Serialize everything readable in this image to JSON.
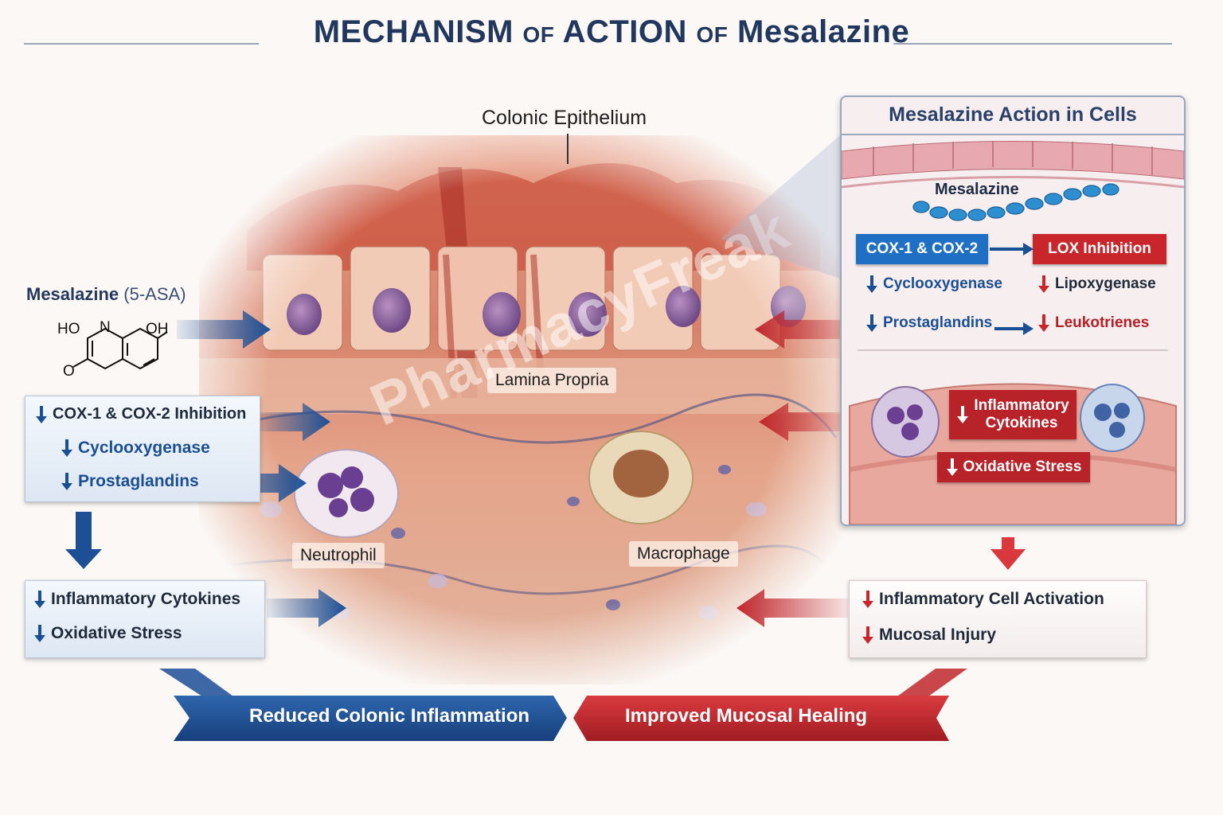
{
  "title": {
    "part1": "MECHANISM",
    "of1": "OF",
    "part2": "ACTION",
    "of2": "OF",
    "part3": "Mesalazine"
  },
  "tissue": {
    "epithelium_label": "Colonic Epithelium",
    "lamina_label": "Lamina Propria",
    "neutrophil_label": "Neutrophil",
    "macrophage_label": "Macrophage",
    "watermark": "PharmacyFreak"
  },
  "drug": {
    "name": "Mesalazine",
    "abbrev": "(5-ASA)",
    "structure_labels": {
      "ho": "HO",
      "n": "N",
      "oh": "OH",
      "o": "O"
    }
  },
  "left_box_1": {
    "line1": "COX-1 & COX-2 Inhibition",
    "line2": "Cyclooxygenase",
    "line3": "Prostaglandins"
  },
  "left_box_2": {
    "line1": "Inflammatory Cytokines",
    "line2": "Oxidative Stress"
  },
  "panel": {
    "title": "Mesalazine Action in Cells",
    "molecule_label": "Mesalazine",
    "tag_cox": "COX-1 & COX-2",
    "tag_lox": "LOX Inhibition",
    "cyclooxygenase": "Cyclooxygenase",
    "lipoxygenase": "Lipoxygenase",
    "prostaglandins": "Prostaglandins",
    "leukotrienes": "Leukotrienes",
    "tag_cytokines_1": "Inflammatory",
    "tag_cytokines_2": "Cytokines",
    "tag_oxidative": "Oxidative Stress"
  },
  "right_box": {
    "line1": "Inflammatory Cell Activation",
    "line2": "Mucosal Injury"
  },
  "banners": {
    "left": "Reduced Colonic Inflammation",
    "right": "Improved Mucosal Healing"
  },
  "colors": {
    "blue": "#1b4f94",
    "red": "#b61e24",
    "navy": "#22375e"
  }
}
